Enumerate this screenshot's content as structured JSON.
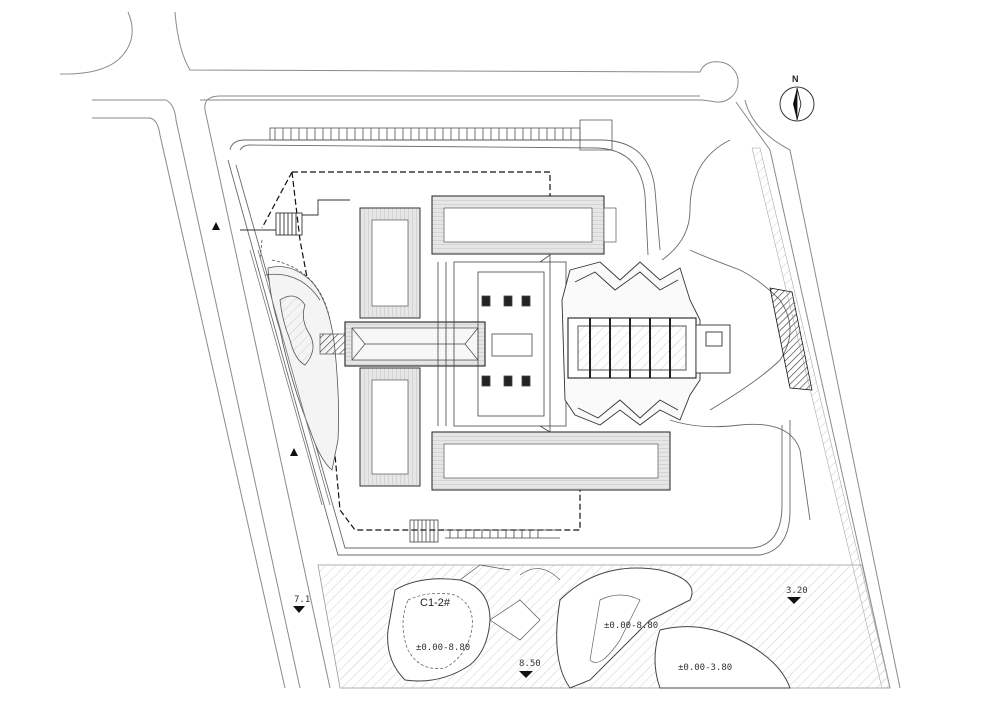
{
  "north": {
    "label": "N"
  },
  "building_label": "C1-2#",
  "elevation_markers": [
    {
      "id": "m1",
      "text": "7.1"
    },
    {
      "id": "m2",
      "text": "8.50"
    },
    {
      "id": "m3",
      "text": "3.20"
    }
  ],
  "level_notes": [
    {
      "id": "n1",
      "text": "±0.00-8.80"
    },
    {
      "id": "n2",
      "text": "±0.00-8.80"
    },
    {
      "id": "n3",
      "text": "±0.00-3.80"
    }
  ],
  "colors": {
    "line": "#444444",
    "light": "#8a8a8a",
    "hatch": "#b8b8b8",
    "dark": "#111111"
  }
}
